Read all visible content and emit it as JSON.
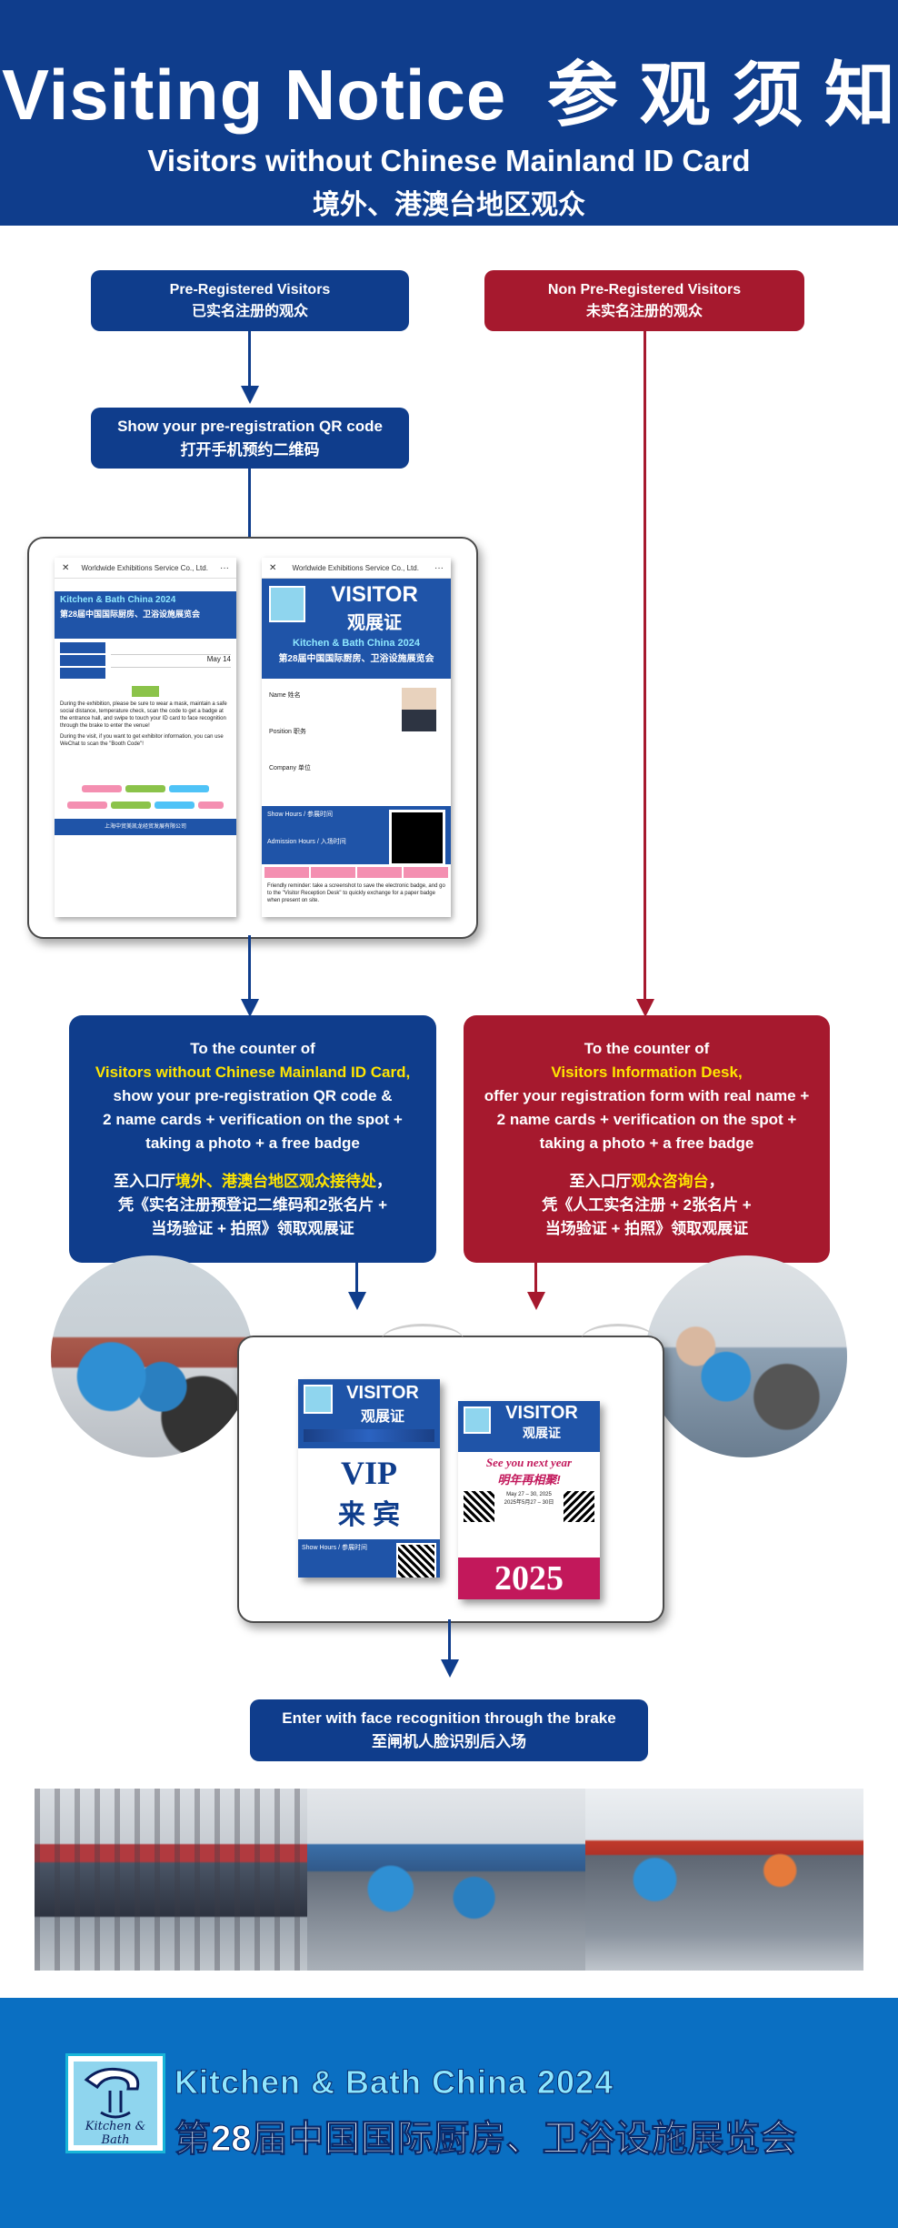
{
  "header": {
    "title_en": "Visiting Notice",
    "title_cn": "参 观 须 知",
    "subtitle_en": "Visitors without Chinese Mainland ID Card",
    "subtitle_cn": "境外、港澳台地区观众"
  },
  "left_top": {
    "line1": "Pre-Registered Visitors",
    "line2": "已实名注册的观众"
  },
  "right_top": {
    "line1": "Non Pre-Registered Visitors",
    "line2": "未实名注册的观众"
  },
  "qr_step": {
    "line1": "Show your pre-registration QR code",
    "line2": "打开手机预约二维码"
  },
  "phone_left": {
    "header": "Worldwide Exhibitions Service Co., Ltd.",
    "banner_en": "Kitchen & Bath China 2024",
    "banner_cn": "第28届中国国际厨房、卫浴设施展览会",
    "date": "May 14",
    "instructions": "During the exhibition, please be sure to wear a mask, maintain a safe social distance, temperature check, scan the code to get a badge at the entrance hall, and swipe to touch your ID card to face recognition through the brake to enter the venue!",
    "note": "During the visit, if you want to get exhibitor information, you can use WeChat to scan the \"Booth Code\"!",
    "footer": "上海中贸美凯龙经贸发展有限公司"
  },
  "phone_right": {
    "header": "Worldwide Exhibitions Service Co., Ltd.",
    "badge_title": "VISITOR",
    "badge_title_cn": "观展证",
    "banner_en": "Kitchen & Bath China 2024",
    "banner_cn": "第28届中国国际厨房、卫浴设施展览会",
    "name_label": "Name 姓名",
    "position_label": "Position 职务",
    "company_label": "Company 单位",
    "show_hours": "Show Hours / 参展时间",
    "admission_hours": "Admission Hours / 入场时间",
    "reminder": "Friendly reminder: take a screenshot to save the electronic badge, and go to the \"Visitor Reception Desk\" to quickly exchange for a paper badge when present on site."
  },
  "left_counter": {
    "line1": "To the counter of",
    "line2": "Visitors without Chinese Mainland ID Card,",
    "line3": "show your pre-registration QR code &",
    "line4": "2 name cards + verification on the spot +",
    "line5": "taking a photo + a free badge",
    "cn1_pre": "至入口厅",
    "cn1_hl": "境外、港澳台地区观众接待处",
    "cn1_post": "，",
    "cn2": "凭《实名注册预登记二维码和2张名片 +",
    "cn3": "当场验证 + 拍照》领取观展证"
  },
  "right_counter": {
    "line1": "To the counter of",
    "line2": "Visitors Information Desk,",
    "line3": "offer your registration form with real name +",
    "line4": "2 name cards + verification on the spot +",
    "line5": "taking a photo + a free badge",
    "cn1_pre": "至入口厅",
    "cn1_hl": "观众咨询台",
    "cn1_post": "，",
    "cn2": "凭《人工实名注册 + 2张名片 +",
    "cn3": "当场验证 + 拍照》领取观展证"
  },
  "badge_vip": {
    "title": "VISITOR",
    "title_cn": "观展证",
    "vip": "VIP",
    "vip_cn": "来 宾",
    "show_hours": "Show Hours / 参展时间"
  },
  "badge_2025": {
    "title": "VISITOR",
    "title_cn": "观展证",
    "see_you": "See you next year",
    "see_you_cn": "明年再相聚!",
    "dates": "May 27 – 30, 2025",
    "dates_cn": "2025年5月27 – 30日",
    "year": "2025"
  },
  "final_step": {
    "line1": "Enter with face recognition through the brake",
    "line2": "至闸机人脸识别后入场"
  },
  "footer": {
    "logo_text": "Kitchen & Bath",
    "title_en": "Kitchen & Bath China 2024",
    "title_cn": "第28届中国国际厨房、卫浴设施展览会"
  },
  "colors": {
    "blue": "#0f3d8c",
    "red": "#a6192e",
    "highlight": "#ffe500",
    "footer_blue": "#0a6fc2"
  }
}
